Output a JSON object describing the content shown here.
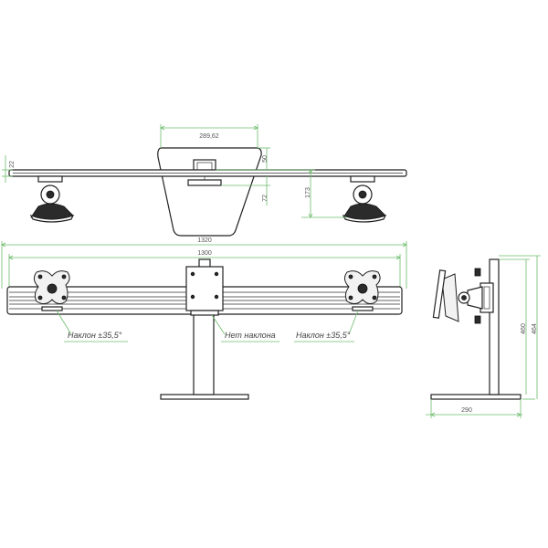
{
  "dimensions": {
    "top_width": "289,62",
    "top_left_thickness": "22",
    "top_height_50": "50",
    "top_height_72": "72",
    "top_height_173": "173",
    "front_width_outer": "1320",
    "front_width_inner": "1300",
    "side_height_460": "460",
    "side_height_464": "464",
    "side_base": "290"
  },
  "notes": {
    "tilt_left": "Наклон ±35,5°",
    "no_tilt": "Нет наклона",
    "tilt_right": "Наклон ±35,5°"
  },
  "colors": {
    "dimension_line": "#6dbb6d",
    "outline": "#222222"
  }
}
